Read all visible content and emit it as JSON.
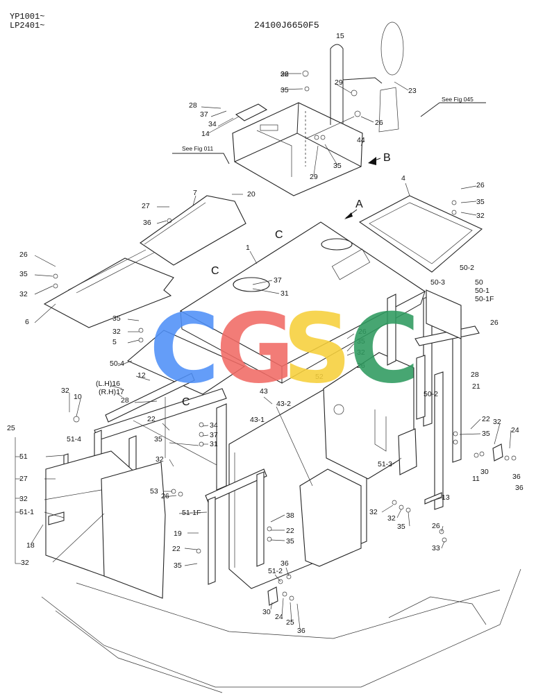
{
  "header": {
    "serial_line_1": "YP1001~",
    "serial_line_2": "LP2401~",
    "figure_code": "24100J6650F5"
  },
  "references": {
    "fig_045": "See Fig 045",
    "fig_011": "See Fig 011"
  },
  "view_markers": {
    "a": "A",
    "b": "B",
    "c": "C"
  },
  "watermark": {
    "text": "CGSC",
    "colors": [
      "#4f8ff7",
      "#f06a64",
      "#f6cf3a",
      "#2e9a5e"
    ]
  },
  "callouts": [
    "15",
    "26",
    "35",
    "32",
    "29",
    "23",
    "28",
    "37",
    "34",
    "14",
    "26",
    "44",
    "29",
    "35",
    "4",
    "26",
    "35",
    "32",
    "7",
    "20",
    "27",
    "36",
    "1",
    "26",
    "35",
    "32",
    "6",
    "37",
    "31",
    "50-2",
    "50-3",
    "50",
    "50-1",
    "50-1F",
    "26",
    "35",
    "32",
    "5",
    "50-4",
    "26",
    "35",
    "32",
    "26",
    "32",
    "10",
    "28",
    "12",
    "(L.H)16",
    "(R.H)17",
    "28",
    "52",
    "21",
    "50-2",
    "43",
    "43-2",
    "22",
    "34",
    "35",
    "37",
    "31",
    "32",
    "43-1",
    "22",
    "35",
    "32",
    "24",
    "25",
    "51",
    "51-4",
    "11",
    "30",
    "36",
    "36",
    "27",
    "51-3",
    "53",
    "26",
    "32",
    "51-1",
    "51-1F",
    "13",
    "18",
    "19",
    "22",
    "35",
    "32",
    "32",
    "35",
    "26",
    "33",
    "38",
    "22",
    "35",
    "32",
    "51-2",
    "36",
    "30",
    "24",
    "25",
    "36",
    "27"
  ]
}
